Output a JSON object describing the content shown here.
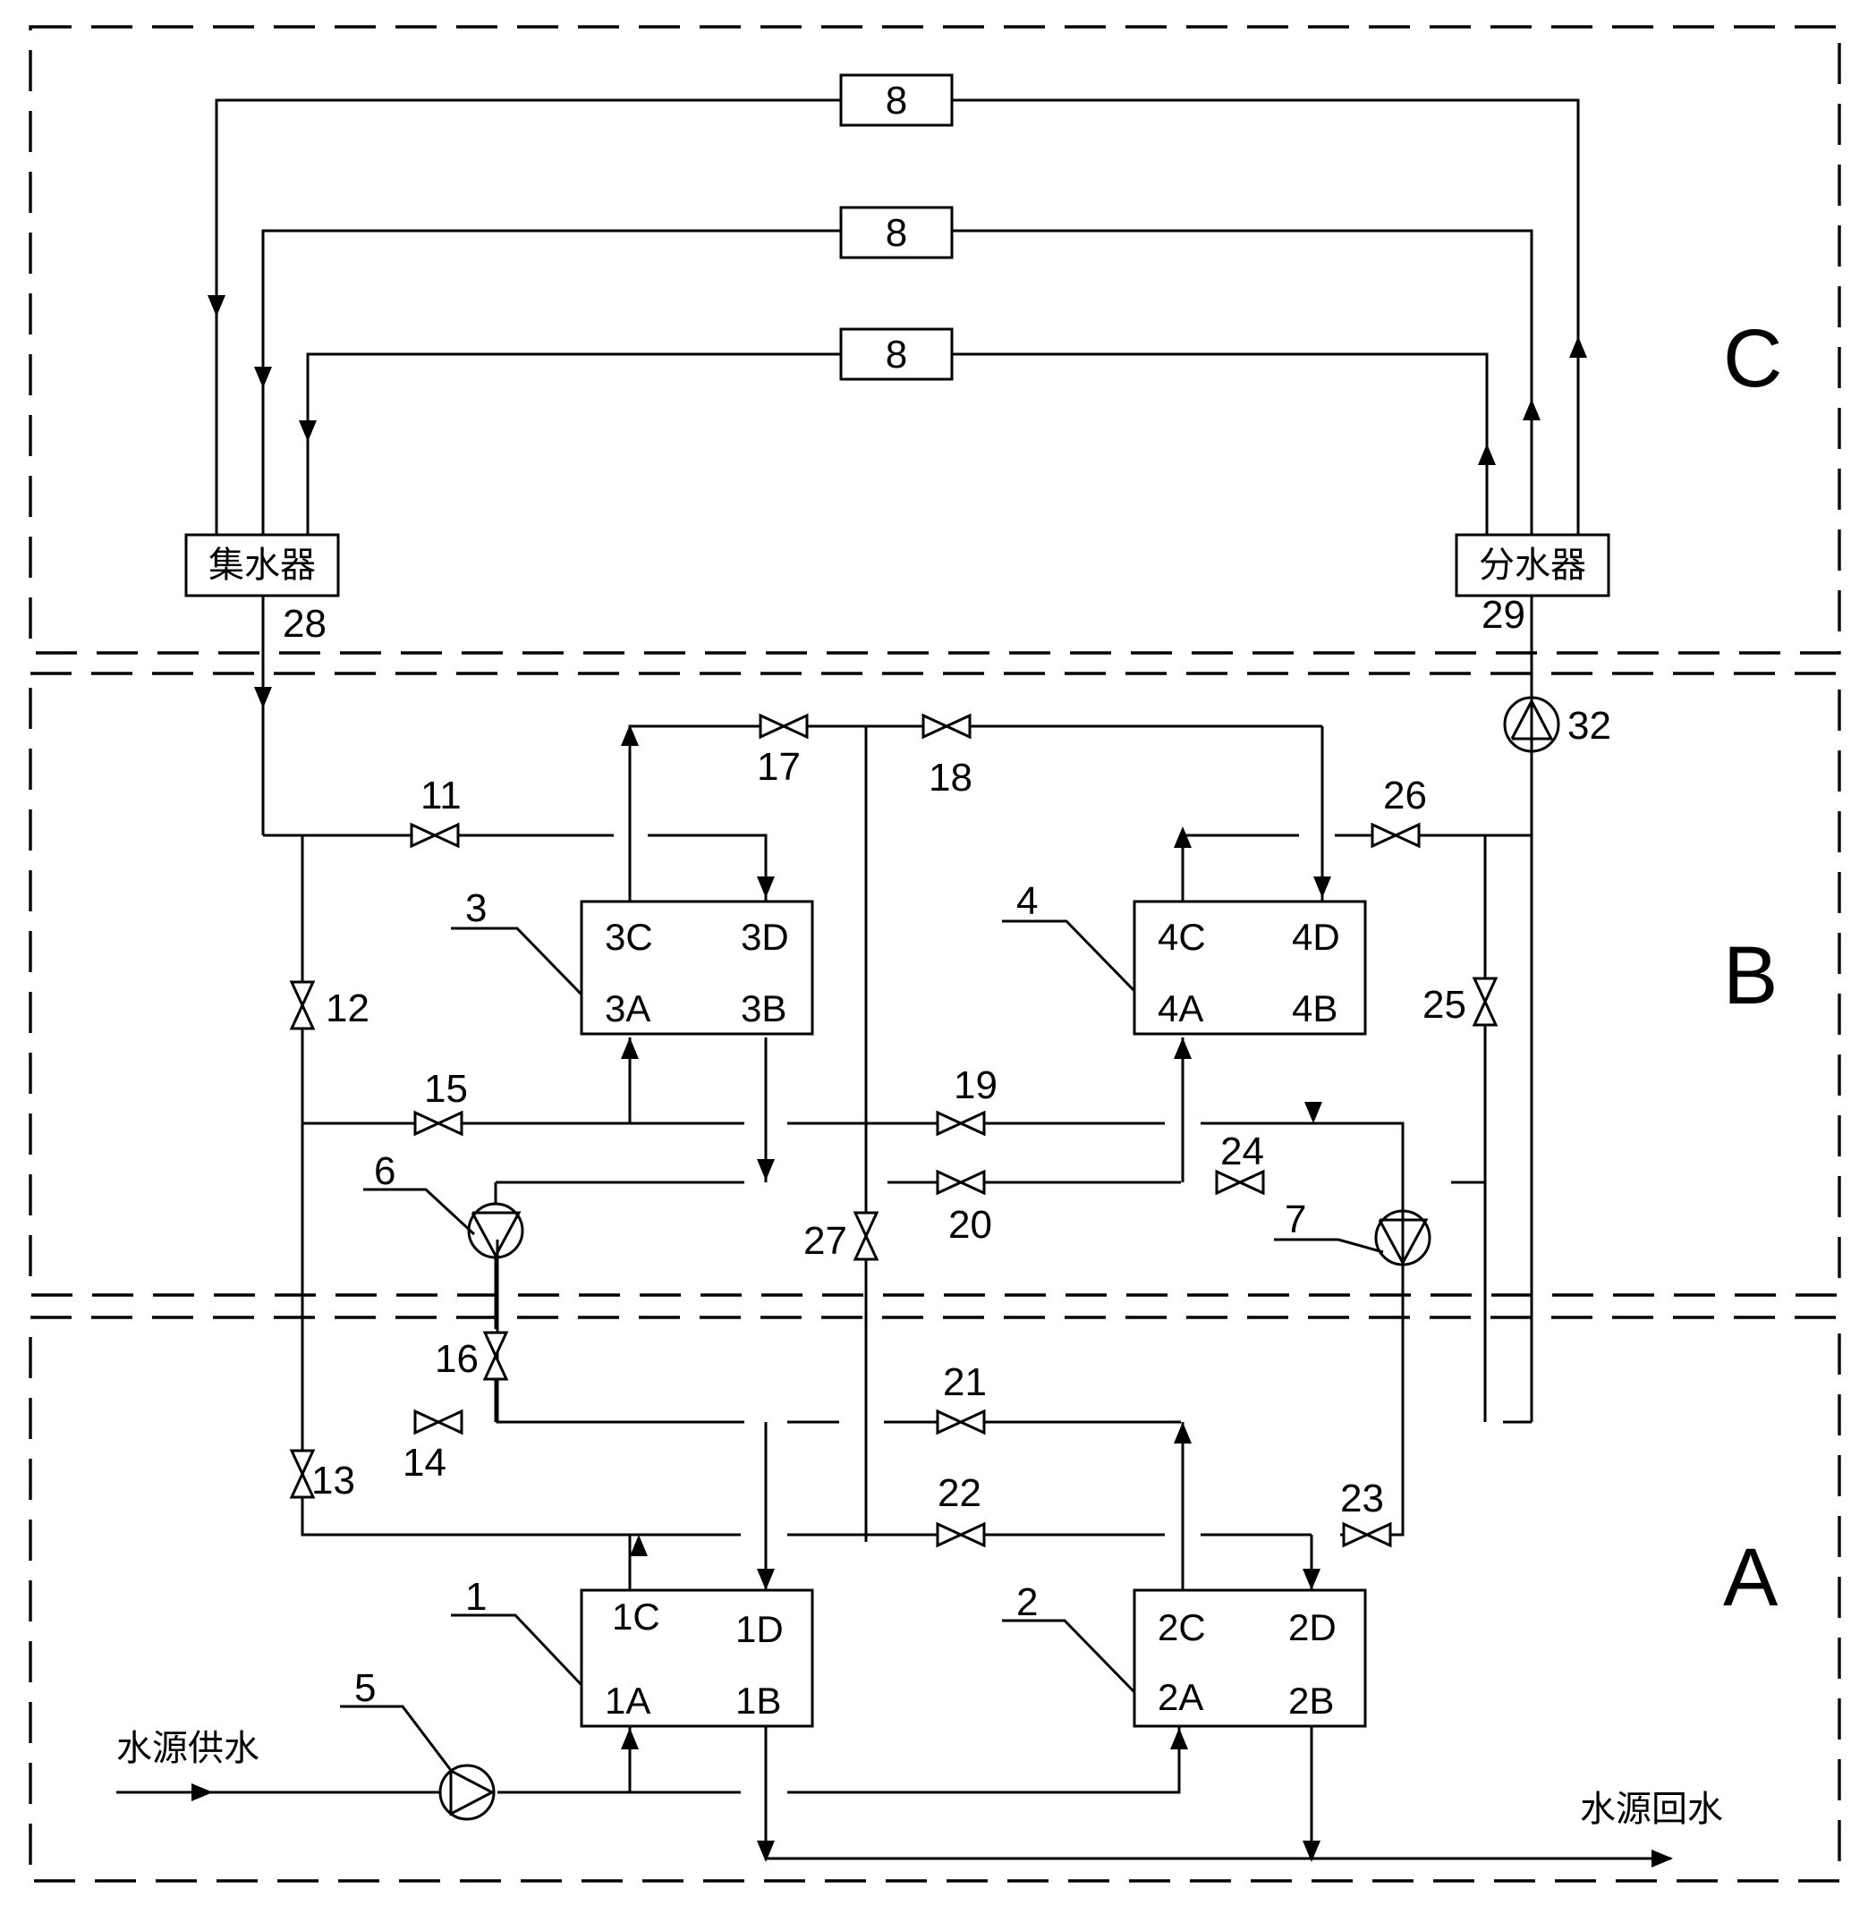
{
  "zones": {
    "a": "A",
    "b": "B",
    "c": "C"
  },
  "labels": {
    "collector": "集水器",
    "distributor": "分水器",
    "source_supply": "水源供水",
    "source_return": "水源回水"
  },
  "terminals": [
    "8",
    "8",
    "8"
  ],
  "units": {
    "u1": {
      "id": "1",
      "ports": [
        "1C",
        "1D",
        "1A",
        "1B"
      ]
    },
    "u2": {
      "id": "2",
      "ports": [
        "2C",
        "2D",
        "2A",
        "2B"
      ]
    },
    "u3": {
      "id": "3",
      "ports": [
        "3C",
        "3D",
        "3A",
        "3B"
      ]
    },
    "u4": {
      "id": "4",
      "ports": [
        "4C",
        "4D",
        "4A",
        "4B"
      ]
    }
  },
  "pumps": {
    "p5": "5",
    "p6": "6",
    "p7": "7",
    "p32": "32"
  },
  "valves": {
    "v11": "11",
    "v12": "12",
    "v13": "13",
    "v14": "14",
    "v15": "15",
    "v16": "16",
    "v17": "17",
    "v18": "18",
    "v19": "19",
    "v20": "20",
    "v21": "21",
    "v22": "22",
    "v23": "23",
    "v24": "24",
    "v25": "25",
    "v26": "26",
    "v27": "27"
  },
  "nodes": {
    "n28": "28",
    "n29": "29"
  }
}
